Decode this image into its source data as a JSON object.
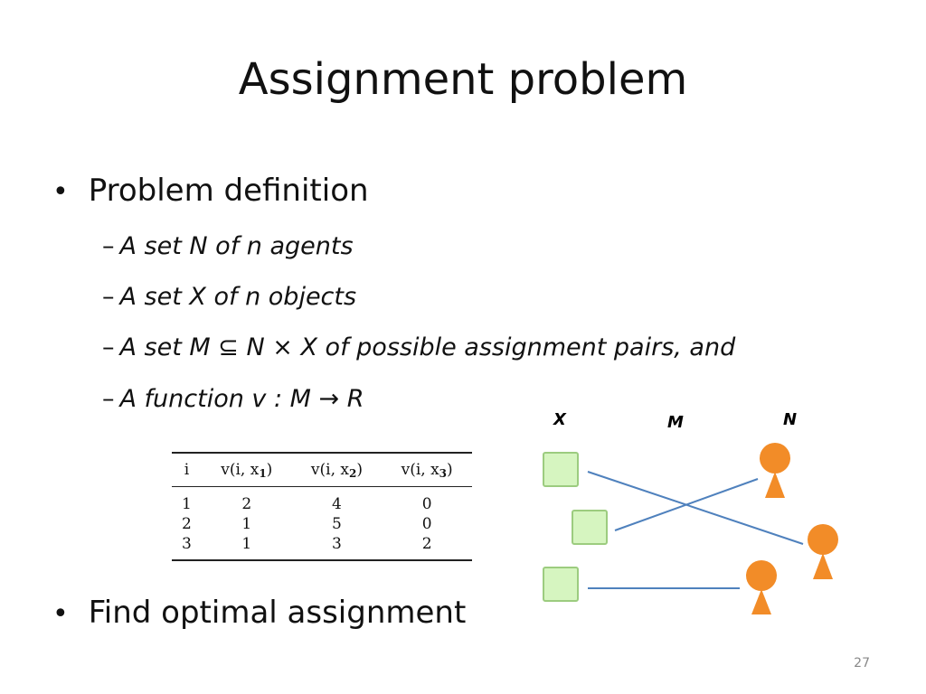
{
  "title": "Assignment problem",
  "bullets": {
    "definition": "Problem definition",
    "find": "Find optimal assignment"
  },
  "sub_items": [
    "A set N of n agents",
    "A set X of n objects",
    "A set M ⊆ N × X of possible assignment pairs, and",
    "A function v : M → R"
  ],
  "sub_dash": "–",
  "bullet_glyph": "•",
  "table": {
    "headers": [
      "i",
      "v(i, x",
      "v(i, x",
      "v(i, x"
    ],
    "header_subscripts": [
      "",
      "1",
      "2",
      "3"
    ],
    "rows": [
      [
        "1",
        "2",
        "4",
        "0"
      ],
      [
        "2",
        "1",
        "5",
        "0"
      ],
      [
        "3",
        "1",
        "3",
        "2"
      ]
    ]
  },
  "diagram": {
    "labels": {
      "objects": "X",
      "pairs": "M",
      "agents": "N"
    },
    "colors": {
      "object_fill": "#d6f5c0",
      "object_stroke": "#9ccc7f",
      "agent_fill": "#f28c28",
      "edge": "#4f81bd"
    },
    "icons": [
      "object-square",
      "agent-figure"
    ]
  },
  "page_number": "27"
}
